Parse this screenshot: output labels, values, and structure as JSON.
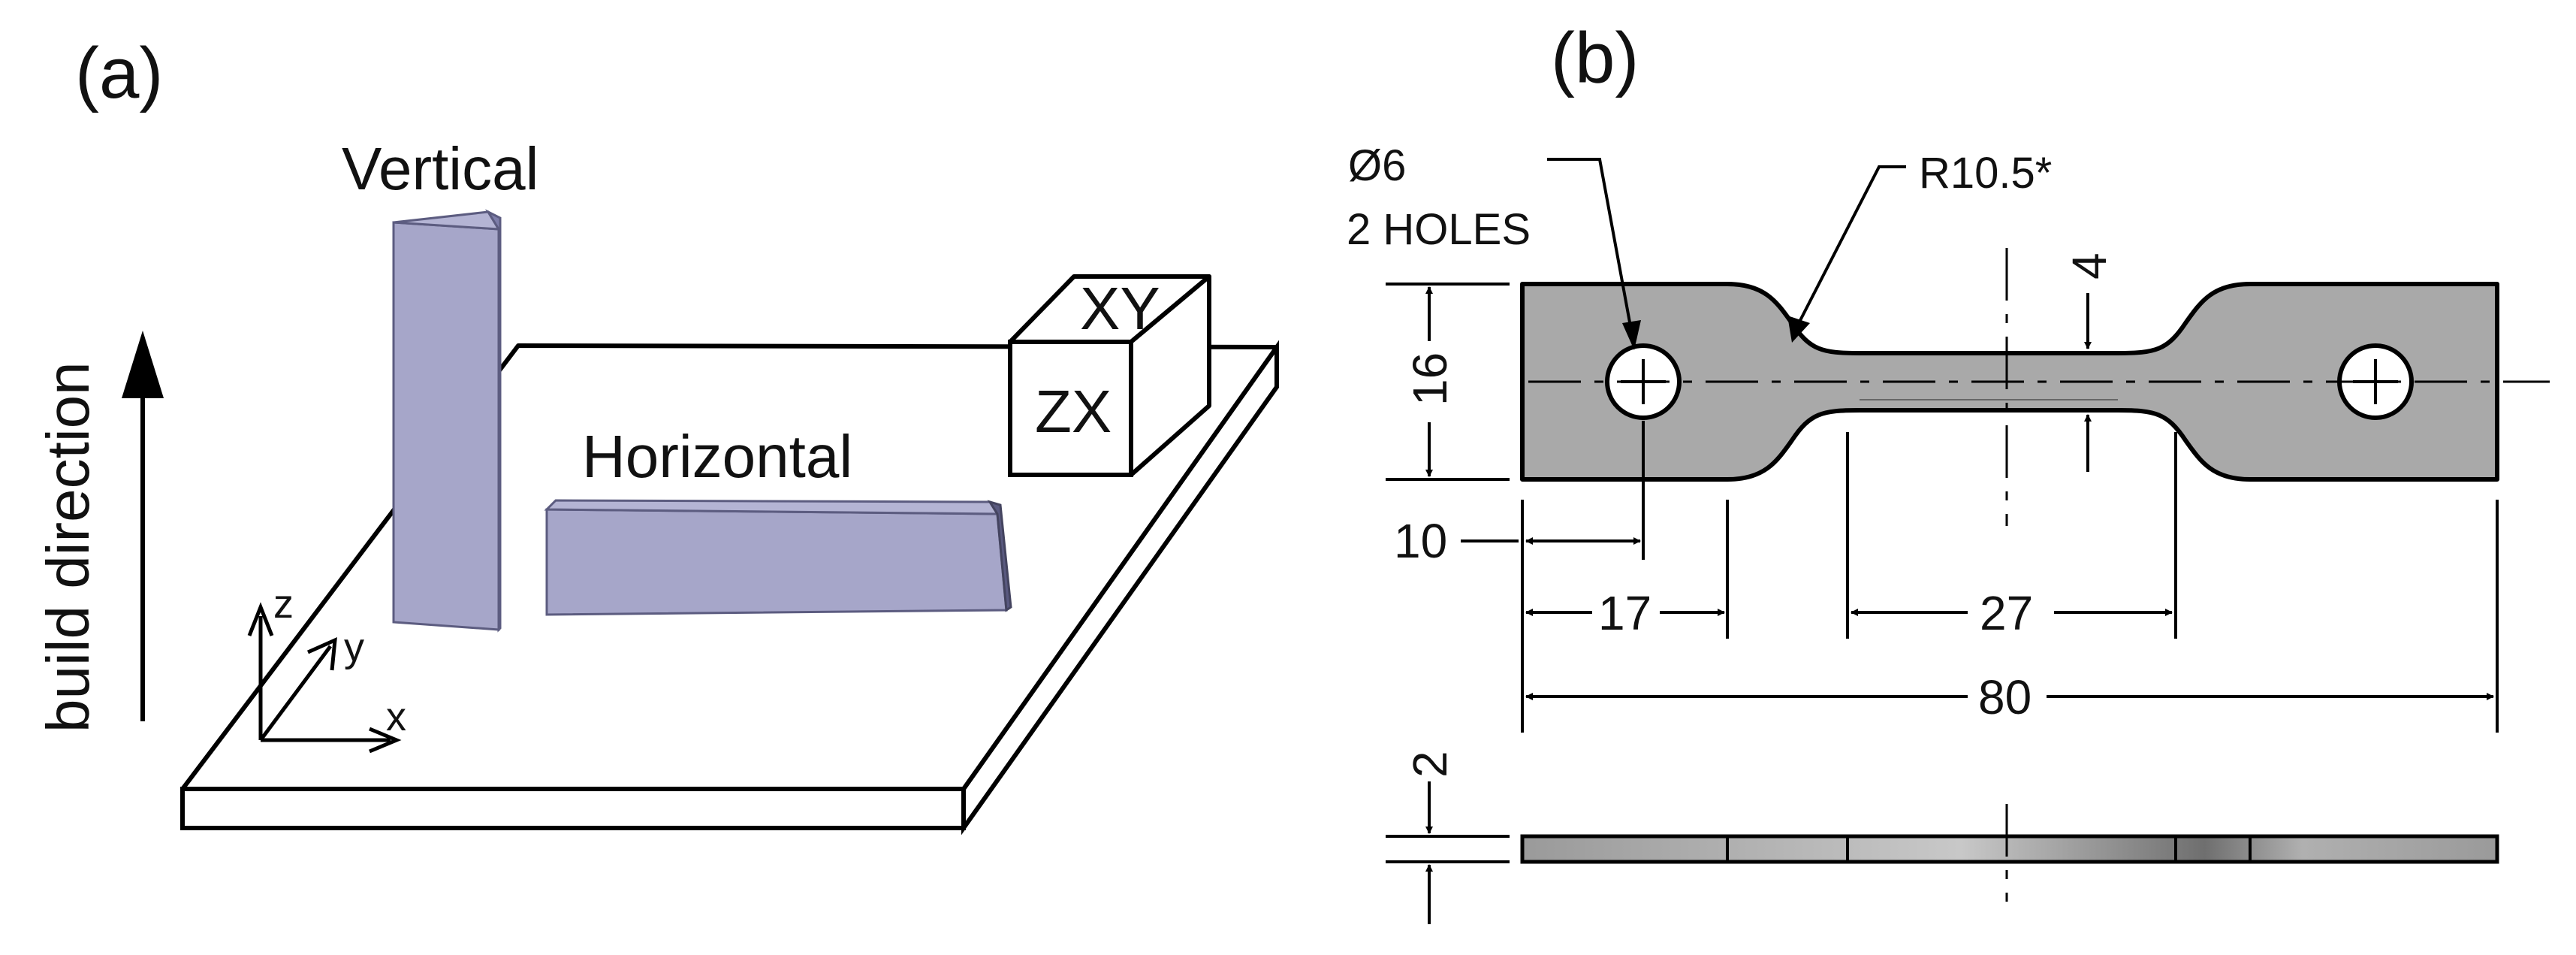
{
  "panel_a": {
    "label": "(a)",
    "build_direction": "build direction",
    "vertical": "Vertical",
    "horizontal": "Horizontal",
    "cube_top": "XY",
    "cube_front": "ZX",
    "axis_z": "z",
    "axis_y": "y",
    "axis_x": "x"
  },
  "panel_b": {
    "label": "(b)",
    "hole_diameter": "Ø6",
    "hole_count": "2 HOLES",
    "radius": "R10.5*",
    "width_16": "16",
    "gauge_width_4": "4",
    "hole_offset_10": "10",
    "grip_17": "17",
    "gauge_27": "27",
    "total_80": "80",
    "thickness_2": "2"
  },
  "colors": {
    "bar_face": "#a6a6c9",
    "bar_side": "#7e7eaa",
    "specimen_fill": "#a9a9a9",
    "line": "#000000"
  }
}
